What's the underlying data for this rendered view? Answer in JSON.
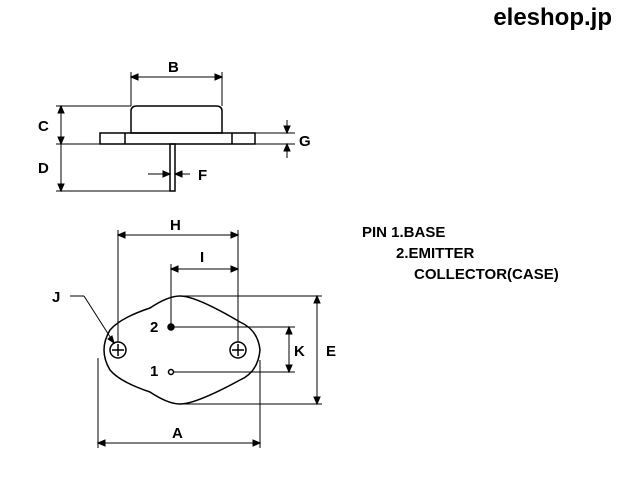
{
  "brand": "eleshop.jp",
  "dimensions": {
    "A": "A",
    "B": "B",
    "C": "C",
    "D": "D",
    "E": "E",
    "F": "F",
    "G": "G",
    "H": "H",
    "I": "I",
    "J": "J",
    "K": "K"
  },
  "pin_numbers": {
    "pin1": "1",
    "pin2": "2"
  },
  "pin_legend": {
    "line1": "PIN 1.BASE",
    "line2": "2.EMITTER",
    "line3": "COLLECTOR(CASE)"
  }
}
